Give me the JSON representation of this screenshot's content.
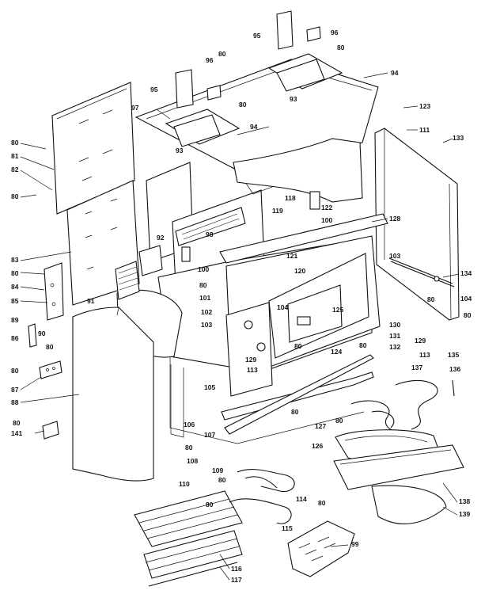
{
  "labels": [
    {
      "id": "l80a",
      "text": "80"
    },
    {
      "id": "l81",
      "text": "81"
    },
    {
      "id": "l82",
      "text": "82"
    },
    {
      "id": "l80b",
      "text": "80"
    },
    {
      "id": "l83",
      "text": "83"
    },
    {
      "id": "l80c",
      "text": "80"
    },
    {
      "id": "l84",
      "text": "84"
    },
    {
      "id": "l85",
      "text": "85"
    },
    {
      "id": "l89",
      "text": "89"
    },
    {
      "id": "l90",
      "text": "90"
    },
    {
      "id": "l86",
      "text": "86"
    },
    {
      "id": "l80d",
      "text": "80"
    },
    {
      "id": "l80e",
      "text": "80"
    },
    {
      "id": "l87",
      "text": "87"
    },
    {
      "id": "l88",
      "text": "88"
    },
    {
      "id": "l80f",
      "text": "80"
    },
    {
      "id": "l141",
      "text": "141"
    },
    {
      "id": "l95a",
      "text": "95"
    },
    {
      "id": "l96a",
      "text": "96"
    },
    {
      "id": "l80g",
      "text": "80"
    },
    {
      "id": "l80h",
      "text": "80"
    },
    {
      "id": "l96b",
      "text": "96"
    },
    {
      "id": "l94a",
      "text": "94"
    },
    {
      "id": "l95b",
      "text": "95"
    },
    {
      "id": "l93a",
      "text": "93"
    },
    {
      "id": "l80i",
      "text": "80"
    },
    {
      "id": "l97",
      "text": "97"
    },
    {
      "id": "l94b",
      "text": "94"
    },
    {
      "id": "l93b",
      "text": "93"
    },
    {
      "id": "l123",
      "text": "123"
    },
    {
      "id": "l111",
      "text": "111"
    },
    {
      "id": "l133",
      "text": "133"
    },
    {
      "id": "l118",
      "text": "118"
    },
    {
      "id": "l122",
      "text": "122"
    },
    {
      "id": "l119",
      "text": "119"
    },
    {
      "id": "l100a",
      "text": "100"
    },
    {
      "id": "l128",
      "text": "128"
    },
    {
      "id": "l92",
      "text": "92"
    },
    {
      "id": "l98",
      "text": "98"
    },
    {
      "id": "l91",
      "text": "91"
    },
    {
      "id": "l100b",
      "text": "100"
    },
    {
      "id": "l80j",
      "text": "80"
    },
    {
      "id": "l121",
      "text": "121"
    },
    {
      "id": "l120",
      "text": "120"
    },
    {
      "id": "l103a",
      "text": "103"
    },
    {
      "id": "l134",
      "text": "134"
    },
    {
      "id": "l101",
      "text": "101"
    },
    {
      "id": "l102",
      "text": "102"
    },
    {
      "id": "l103b",
      "text": "103"
    },
    {
      "id": "l104a",
      "text": "104"
    },
    {
      "id": "l125",
      "text": "125"
    },
    {
      "id": "l80k",
      "text": "80"
    },
    {
      "id": "l104b",
      "text": "104"
    },
    {
      "id": "l80l",
      "text": "80"
    },
    {
      "id": "l130",
      "text": "130"
    },
    {
      "id": "l131",
      "text": "131"
    },
    {
      "id": "l80m",
      "text": "80"
    },
    {
      "id": "l129a",
      "text": "129"
    },
    {
      "id": "l80n",
      "text": "80"
    },
    {
      "id": "l124",
      "text": "124"
    },
    {
      "id": "l132",
      "text": "132"
    },
    {
      "id": "l129b",
      "text": "129"
    },
    {
      "id": "l113a",
      "text": "113"
    },
    {
      "id": "l113b",
      "text": "113"
    },
    {
      "id": "l135",
      "text": "135"
    },
    {
      "id": "l137",
      "text": "137"
    },
    {
      "id": "l136",
      "text": "136"
    },
    {
      "id": "l105",
      "text": "105"
    },
    {
      "id": "l80o",
      "text": "80"
    },
    {
      "id": "l106",
      "text": "106"
    },
    {
      "id": "l107",
      "text": "107"
    },
    {
      "id": "l80p",
      "text": "80"
    },
    {
      "id": "l127",
      "text": "127"
    },
    {
      "id": "l126",
      "text": "126"
    },
    {
      "id": "l80q",
      "text": "80"
    },
    {
      "id": "l108",
      "text": "108"
    },
    {
      "id": "l109",
      "text": "109"
    },
    {
      "id": "l80r",
      "text": "80"
    },
    {
      "id": "l110",
      "text": "110"
    },
    {
      "id": "l114",
      "text": "114"
    },
    {
      "id": "l80s",
      "text": "80"
    },
    {
      "id": "l80t",
      "text": "80"
    },
    {
      "id": "l138",
      "text": "138"
    },
    {
      "id": "l139",
      "text": "139"
    },
    {
      "id": "l115",
      "text": "115"
    },
    {
      "id": "l99",
      "text": "99"
    },
    {
      "id": "l116",
      "text": "116"
    },
    {
      "id": "l117",
      "text": "117"
    }
  ]
}
